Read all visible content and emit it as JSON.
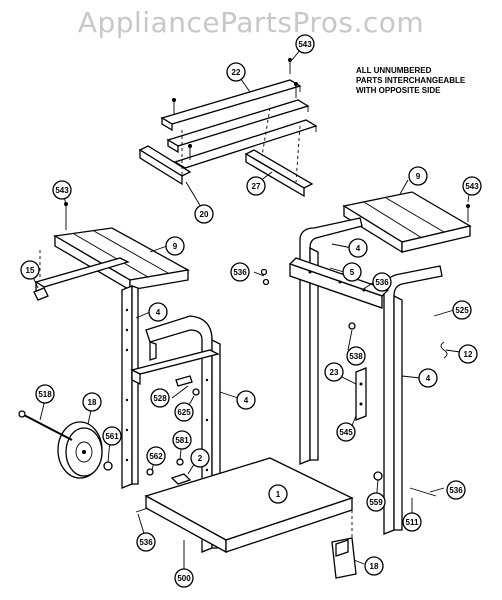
{
  "watermark": "AppliancePartsPros.com",
  "note": {
    "line1": "ALL UNNUMBERED",
    "line2": "PARTS INTERCHANGEABLE",
    "line3": "WITH OPPOSITE SIDE"
  },
  "callouts": [
    "543",
    "22",
    "20",
    "27",
    "543",
    "9",
    "15",
    "4",
    "543",
    "9",
    "4",
    "5",
    "536",
    "536",
    "525",
    "12",
    "538",
    "4",
    "23",
    "545",
    "518",
    "18",
    "561",
    "528",
    "625",
    "4",
    "562",
    "581",
    "2",
    "1",
    "559",
    "536",
    "511",
    "536",
    "500",
    "18"
  ]
}
